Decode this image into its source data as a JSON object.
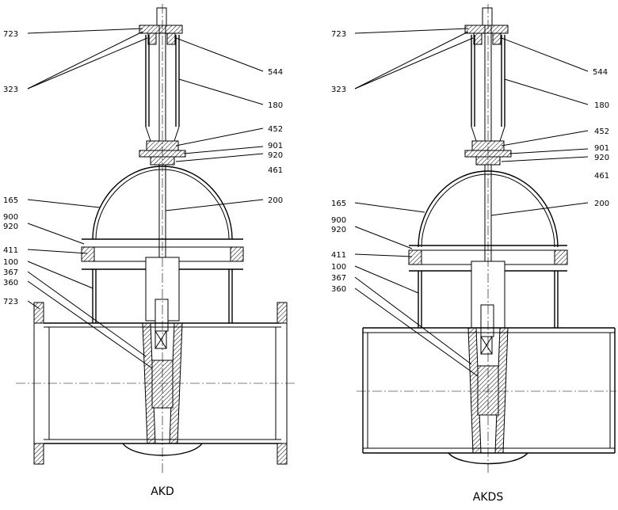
{
  "diagrams": [
    {
      "caption": "AKD",
      "labels": {
        "l723a": "723",
        "l323": "323",
        "l544": "544",
        "l180": "180",
        "l452": "452",
        "l901": "901",
        "l920a": "920",
        "l461": "461",
        "l165": "165",
        "l200": "200",
        "l900": "900",
        "l920b": "920",
        "l411": "411",
        "l100": "100",
        "l367": "367",
        "l360": "360",
        "l723b": "723"
      }
    },
    {
      "caption": "AKDS",
      "labels": {
        "l723a": "723",
        "l323": "323",
        "l544": "544",
        "l180": "180",
        "l452": "452",
        "l901": "901",
        "l920a": "920",
        "l461": "461",
        "l165": "165",
        "l200": "200",
        "l900": "900",
        "l920b": "920",
        "l411": "411",
        "l100": "100",
        "l367": "367",
        "l360": "360"
      }
    }
  ]
}
